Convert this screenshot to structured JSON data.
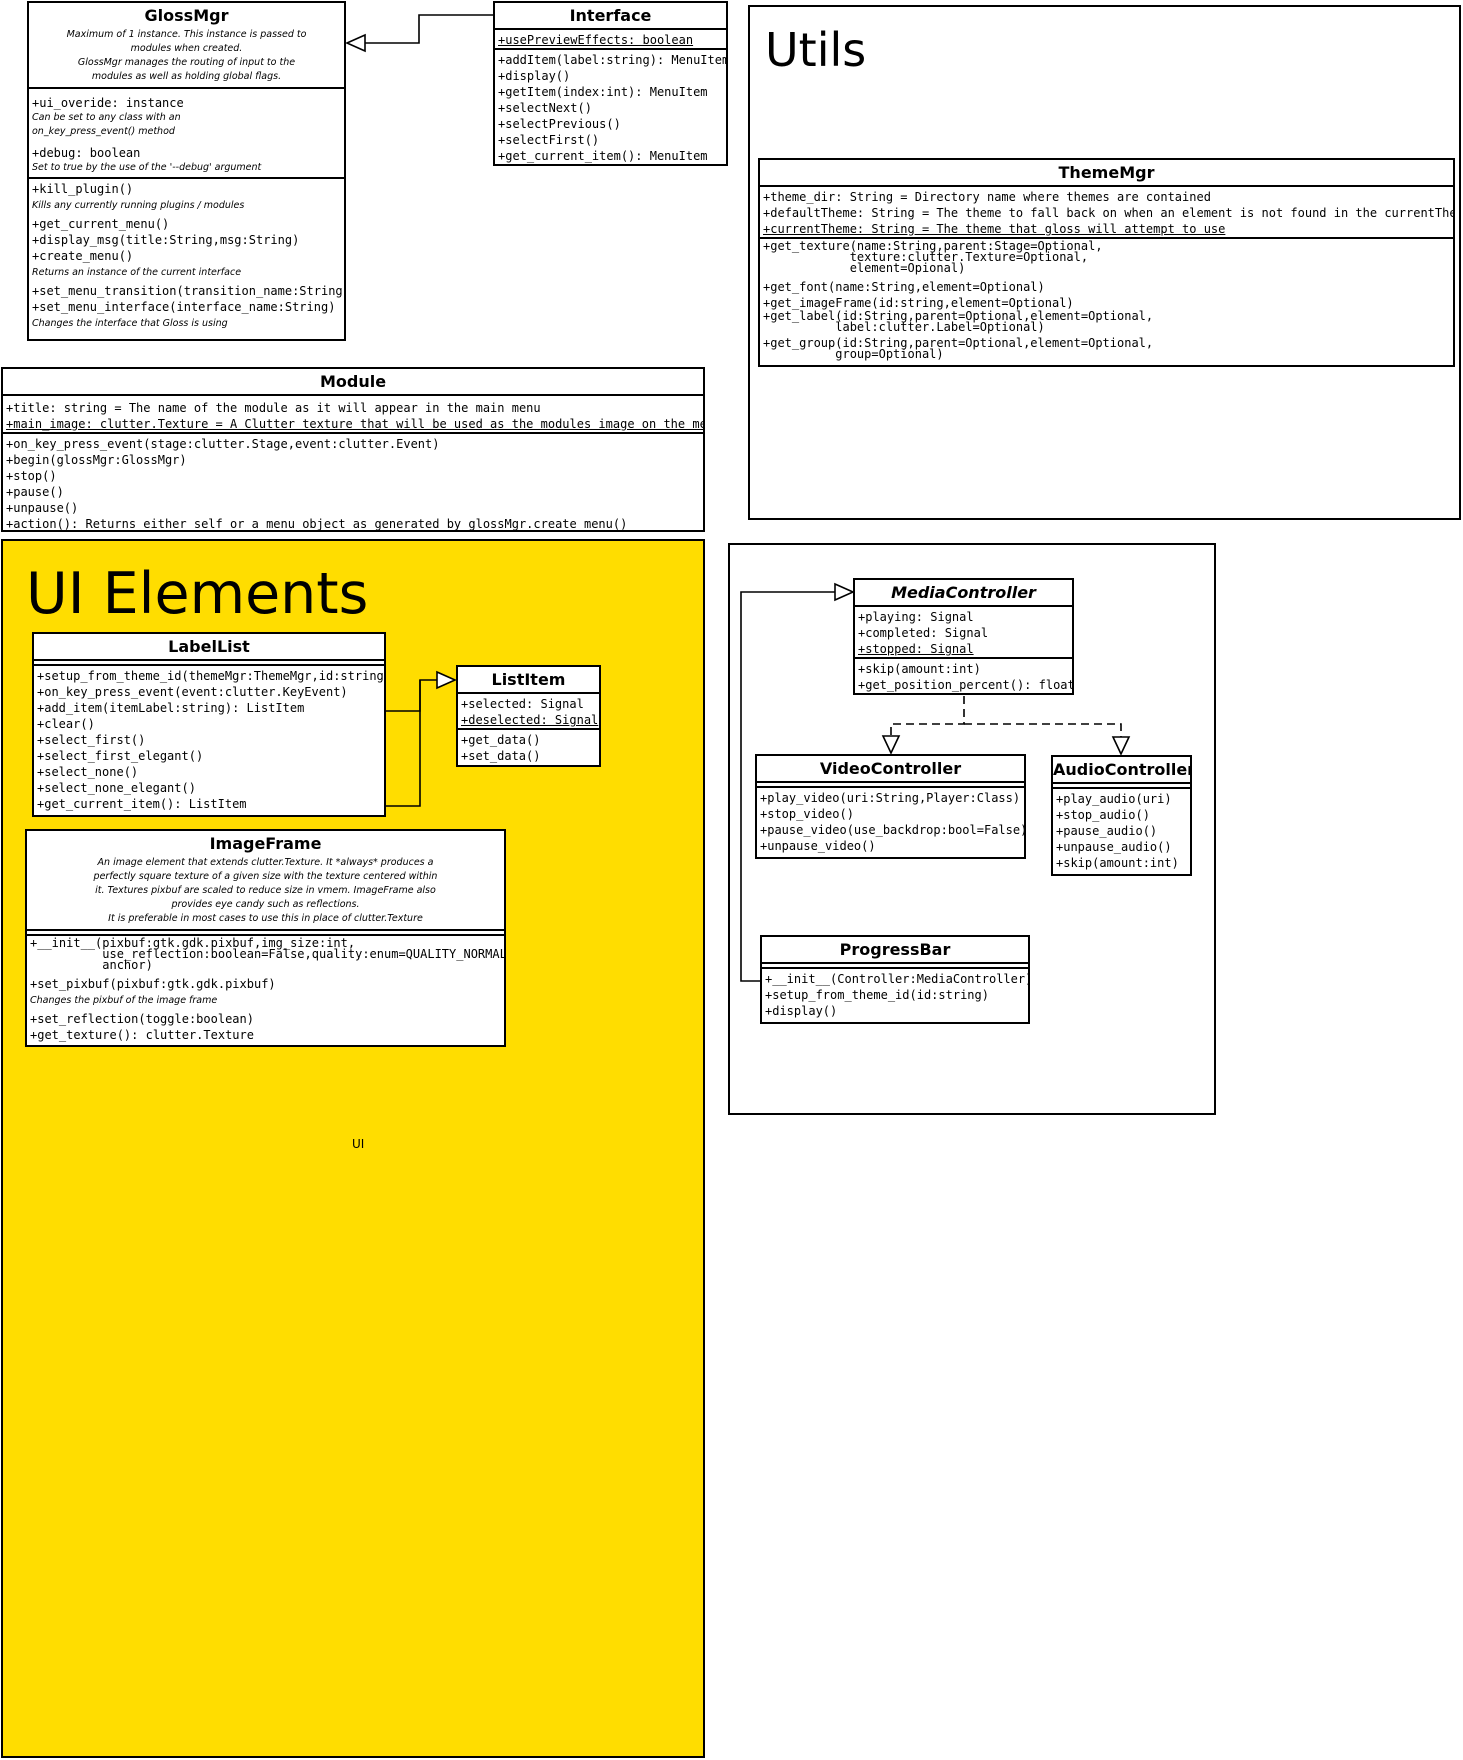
{
  "packages": {
    "utils": {
      "title": "Utils"
    },
    "ui_elements": {
      "title": "UI Elements",
      "label": "UI",
      "fill": "#ffdd00"
    }
  },
  "classes": {
    "glossmgr": {
      "name": "GlossMgr",
      "description": [
        "Maximum of 1 instance. This instance is passed to",
        "modules when created.",
        "GlossMgr manages the routing of input to the",
        "modules as well as holding global flags."
      ],
      "attributes": [
        {
          "text": "+ui_overide: instance",
          "note": [
            "Can be set to any class with an",
            "on_key_press_event() method"
          ]
        },
        {
          "text": "+debug: boolean",
          "note": [
            "Set to true by the use of the '--debug' argument"
          ]
        }
      ],
      "methods": [
        {
          "text": "+kill_plugin()",
          "note": [
            "Kills any currently running plugins / modules"
          ]
        },
        {
          "text": "+get_current_menu()"
        },
        {
          "text": "+display_msg(title:String,msg:String)"
        },
        {
          "text": "+create_menu()",
          "note": [
            "Returns an instance of the current interface"
          ]
        },
        {
          "text": "+set_menu_transition(transition_name:String)"
        },
        {
          "text": "+set_menu_interface(interface_name:String)",
          "note": [
            "Changes the interface that Gloss is using"
          ]
        }
      ]
    },
    "interface": {
      "name": "Interface",
      "attributes": [
        {
          "text": "+usePreviewEffects: boolean"
        }
      ],
      "methods": [
        {
          "text": "+addItem(label:string): MenuItem"
        },
        {
          "text": "+display()"
        },
        {
          "text": "+getItem(index:int): MenuItem"
        },
        {
          "text": "+selectNext()"
        },
        {
          "text": "+selectPrevious()"
        },
        {
          "text": "+selectFirst()"
        },
        {
          "text": "+get_current_item(): MenuItem"
        }
      ]
    },
    "module": {
      "name": "Module",
      "attributes": [
        {
          "text": "+title: string = The name of the module as it will appear in the main menu"
        },
        {
          "text": "+main_image: clutter.Texture = A Clutter texture that will be used as the modules image on the menu"
        }
      ],
      "methods": [
        {
          "text": "+on_key_press_event(stage:clutter.Stage,event:clutter.Event)"
        },
        {
          "text": "+begin(glossMgr:GlossMgr)"
        },
        {
          "text": "+stop()"
        },
        {
          "text": "+pause()"
        },
        {
          "text": "+unpause()"
        },
        {
          "text": "+action(): Returns either self or a menu object as generated by glossMgr.create_menu()"
        }
      ]
    },
    "thememgr": {
      "name": "ThemeMgr",
      "attributes": [
        {
          "text": "+theme_dir: String = Directory name where themes are contained"
        },
        {
          "text": "+defaultTheme: String = The theme to fall back on when an element is not found in the currentTheme"
        },
        {
          "text": "+currentTheme: String = The theme that gloss will attempt to use"
        }
      ],
      "methods": [
        {
          "text": "+get_texture(name:String,parent:Stage=Optional,\n            texture:clutter.Texture=Optional,\n            element=Opional)"
        },
        {
          "text": "+get_font(name:String,element=Optional)"
        },
        {
          "text": "+get_imageFrame(id:string,element=Optional)"
        },
        {
          "text": "+get_label(id:String,parent=Optional,element=Optional,\n          label:clutter.Label=Optional)"
        },
        {
          "text": "+get_group(id:String,parent=Optional,element=Optional,\n          group=Optional)"
        }
      ]
    },
    "labellist": {
      "name": "LabelList",
      "methods": [
        {
          "text": "+setup_from_theme_id(themeMgr:ThemeMgr,id:string)"
        },
        {
          "text": "+on_key_press_event(event:clutter.KeyEvent)"
        },
        {
          "text": "+add_item(itemLabel:string): ListItem"
        },
        {
          "text": "+clear()"
        },
        {
          "text": "+select_first()"
        },
        {
          "text": "+select_first_elegant()"
        },
        {
          "text": "+select_none()"
        },
        {
          "text": "+select_none_elegant()"
        },
        {
          "text": "+get_current_item(): ListItem"
        }
      ]
    },
    "listitem": {
      "name": "ListItem",
      "attributes": [
        {
          "text": "+selected: Signal"
        },
        {
          "text": "+deselected: Signal"
        }
      ],
      "methods": [
        {
          "text": "+get_data()"
        },
        {
          "text": "+set_data()"
        }
      ]
    },
    "imageframe": {
      "name": "ImageFrame",
      "description": [
        "An image element that extends clutter.Texture. It *always* produces a",
        "perfectly square texture of a given size with the texture centered within",
        "it. Textures pixbuf are scaled to reduce size in vmem. ImageFrame also",
        "provides eye candy such as reflections.",
        "It is preferable in most cases to use this in place of clutter.Texture"
      ],
      "methods": [
        {
          "text": "+__init__(pixbuf:gtk.gdk.pixbuf,img_size:int,\n          use_reflection:boolean=False,quality:enum=QUALITY_NORMAL,\n          anchor)"
        },
        {
          "text": "+set_pixbuf(pixbuf:gtk.gdk.pixbuf)",
          "note": [
            "Changes the pixbuf of the image frame"
          ]
        },
        {
          "text": "+set_reflection(toggle:boolean)"
        },
        {
          "text": "+get_texture(): clutter.Texture"
        }
      ]
    },
    "mediacontroller": {
      "name": "MediaController",
      "attributes": [
        {
          "text": "+playing: Signal"
        },
        {
          "text": "+completed: Signal"
        },
        {
          "text": "+stopped: Signal"
        }
      ],
      "methods": [
        {
          "text": "+skip(amount:int)"
        },
        {
          "text": "+get_position_percent(): float"
        }
      ]
    },
    "videocontroller": {
      "name": "VideoController",
      "methods": [
        {
          "text": "+play_video(uri:String,Player:Class)"
        },
        {
          "text": "+stop_video()"
        },
        {
          "text": "+pause_video(use_backdrop:bool=False)"
        },
        {
          "text": "+unpause_video()"
        }
      ]
    },
    "audiocontroller": {
      "name": "AudioController",
      "methods": [
        {
          "text": "+play_audio(uri)"
        },
        {
          "text": "+stop_audio()"
        },
        {
          "text": "+pause_audio()"
        },
        {
          "text": "+unpause_audio()"
        },
        {
          "text": "+skip(amount:int)"
        }
      ]
    },
    "progressbar": {
      "name": "ProgressBar",
      "methods": [
        {
          "text": "+__init__(Controller:MediaController)"
        },
        {
          "text": "+setup_from_theme_id(id:string)"
        },
        {
          "text": "+display()"
        }
      ]
    }
  }
}
